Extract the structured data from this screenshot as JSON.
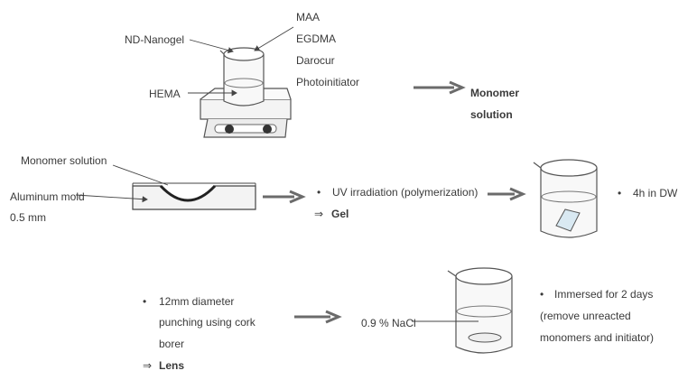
{
  "step1": {
    "labels": {
      "nanogel": "ND-Nanogel",
      "hema": "HEMA",
      "ingredients": [
        "MAA",
        "EGDMA",
        "Darocur",
        "Photoinitiator"
      ]
    },
    "result": [
      "Monomer",
      "solution"
    ]
  },
  "step2": {
    "labels": {
      "monomer_solution": "Monomer solution",
      "mold": "Aluminum mold",
      "thickness": "0.5 mm"
    },
    "bullet": "UV irradiation (polymerization)",
    "result_arrow": "⇒",
    "result": "Gel",
    "wash_bullet": "4h in DW"
  },
  "step3": {
    "punch_lines": [
      "12mm diameter",
      "punching using cork",
      "borer"
    ],
    "result_arrow": "⇒",
    "result": "Lens",
    "nacl_label": "0.9 % NaCl",
    "immersion_lines": [
      "Immersed for 2 days",
      "(remove unreacted",
      "monomers and initiator)"
    ]
  },
  "bullet_symbol": "•",
  "colors": {
    "arrow": "#6b6b6b",
    "line": "#555555",
    "text": "#3a3a3a"
  }
}
